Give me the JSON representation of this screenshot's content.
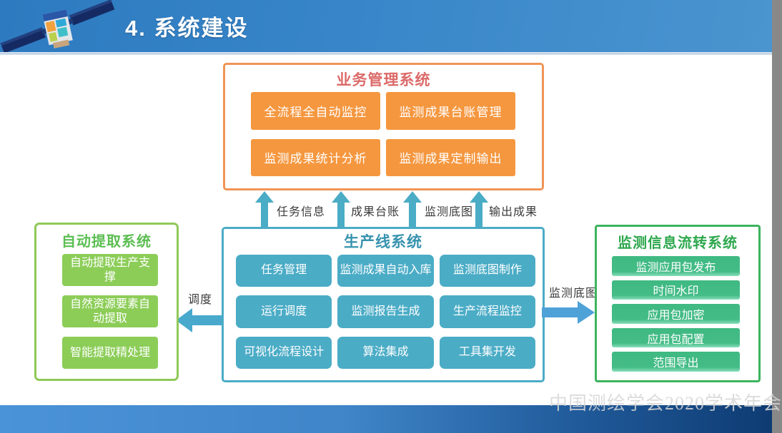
{
  "header": {
    "title": "4. 系统建设",
    "logo_icon": "satellite-icon"
  },
  "business_system": {
    "title": "业务管理系统",
    "buttons": [
      "全流程全自动监控",
      "监测成果台账管理",
      "监测成果统计分析",
      "监测成果定制输出"
    ]
  },
  "production_system": {
    "title": "生产线系统",
    "buttons": [
      "任务管理",
      "监测成果自动入库",
      "监测底图制作",
      "运行调度",
      "监测报告生成",
      "生产流程监控",
      "可视化流程设计",
      "算法集成",
      "工具集开发"
    ]
  },
  "extraction_system": {
    "title": "自动提取系统",
    "buttons": [
      "自动提取生产支撑",
      "自然资源要素自动提取",
      "智能提取精处理"
    ]
  },
  "flow_system": {
    "title": "监测信息流转系统",
    "buttons": [
      "监测应用包发布",
      "时间水印",
      "应用包加密",
      "应用包配置",
      "范围导出"
    ]
  },
  "arrows": {
    "up_labels": [
      "任务信息",
      "成果台账",
      "监测底图",
      "输出成果"
    ],
    "left_label": "调度",
    "right_label": "监测底图"
  },
  "watermark": "中国测绘学会2020学术年会",
  "colors": {
    "header_blue": "#3886C9",
    "orange_button": "#F5973F",
    "orange_border": "#F09457",
    "business_title_red": "#DC6A6A",
    "teal_button": "#4BACC6",
    "production_title_teal": "#3793AE",
    "green_light_button": "#8CCD58",
    "extraction_title_green": "#5CBE52",
    "emerald_button": "#41B983",
    "flow_border_green": "#3CB45E",
    "up_arrow_teal": "#4BACC6",
    "side_arrow_blue": "#4FA2D8",
    "footer_dark_blue": "#0E3B72"
  }
}
